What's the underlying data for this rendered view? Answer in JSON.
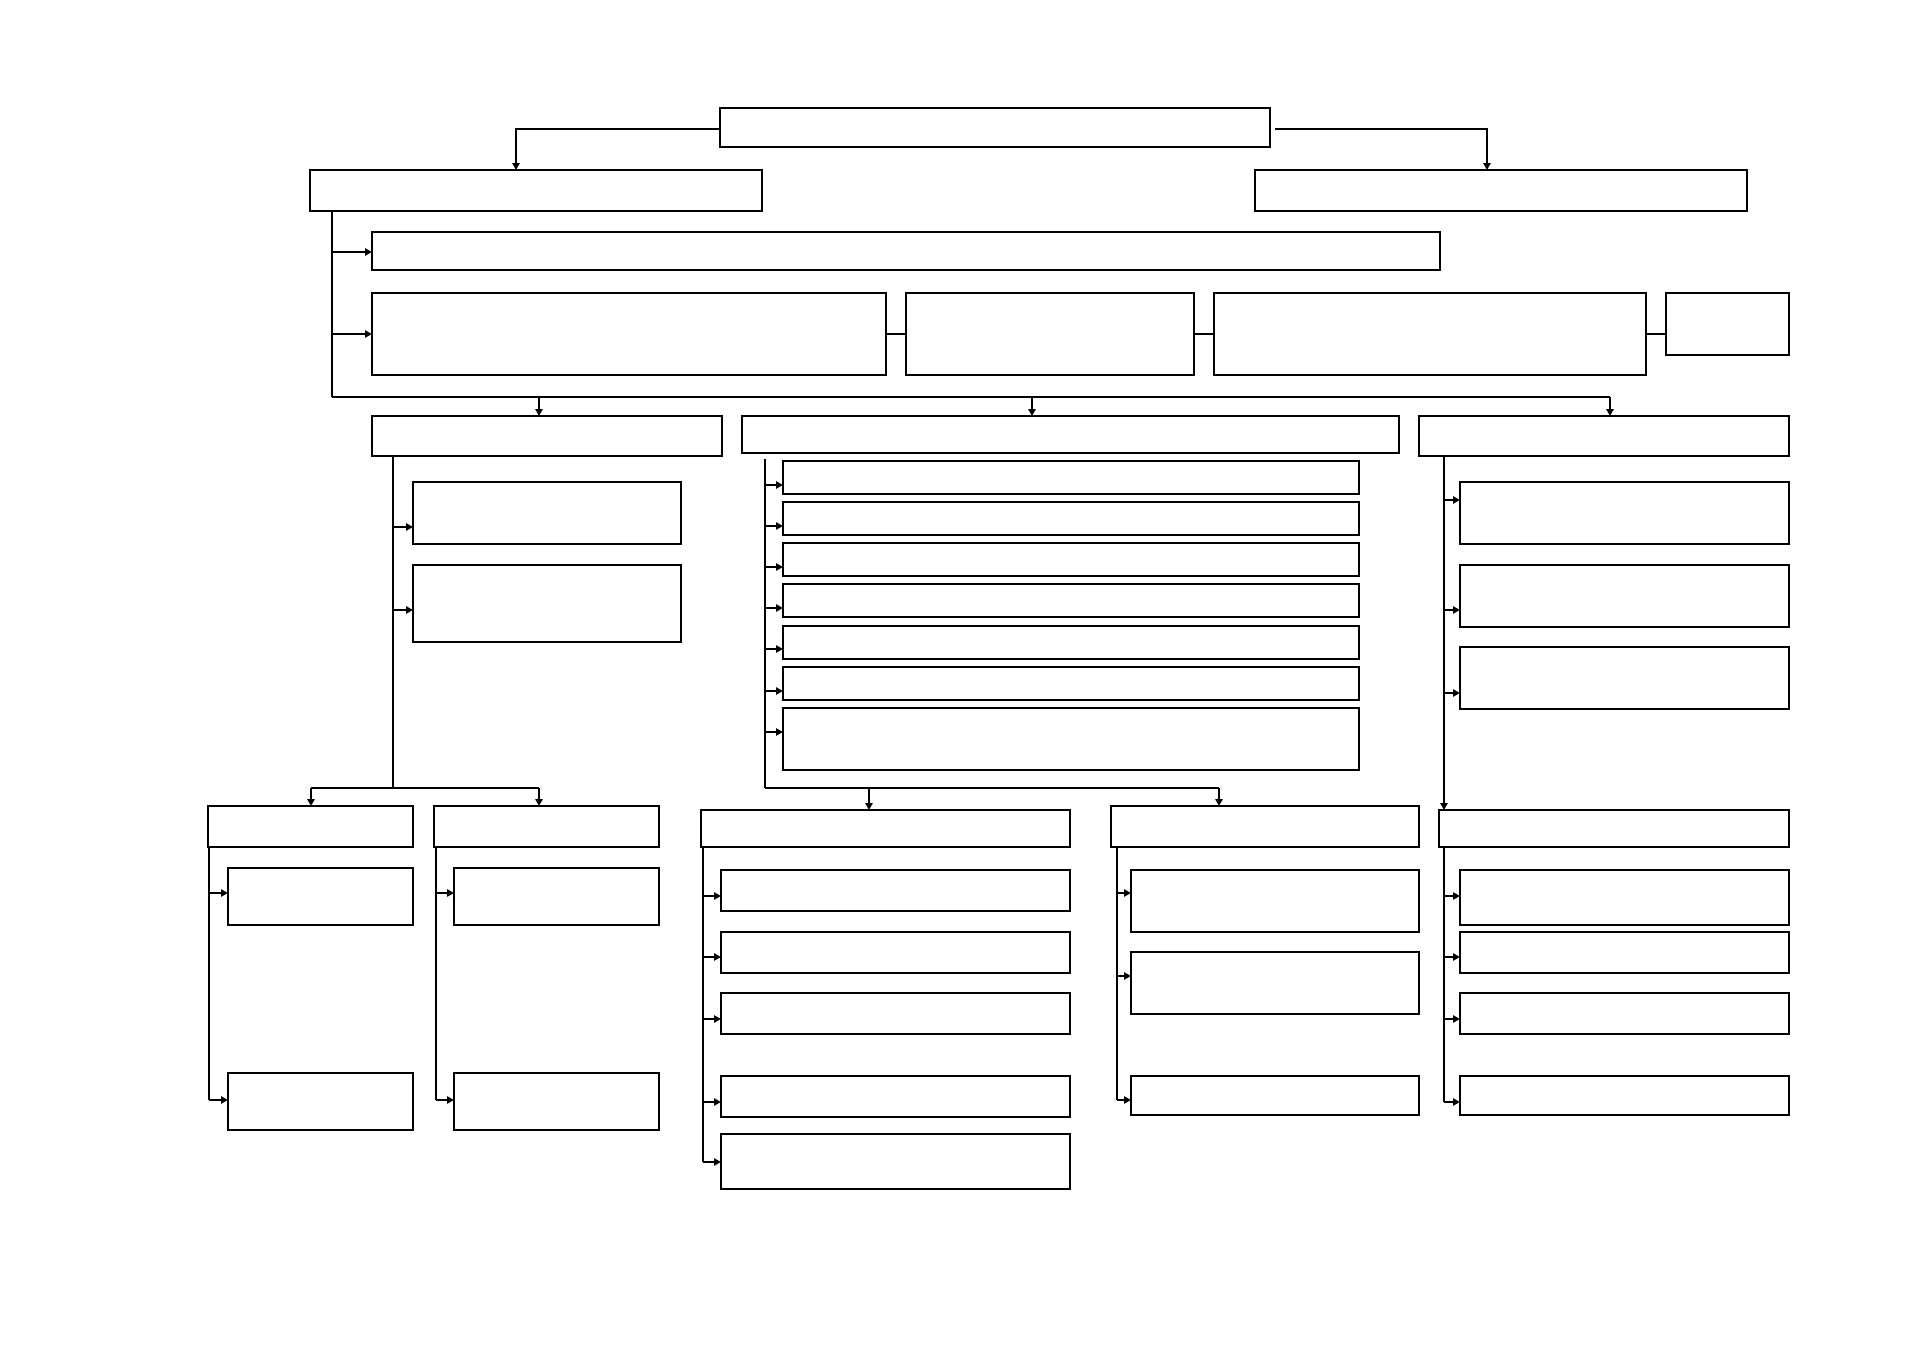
{
  "diagram": {
    "type": "org-chart-blank-template",
    "colors": {
      "background": "#ffffff",
      "stroke": "#000000"
    },
    "boxes": [
      {
        "id": "root",
        "text": ""
      },
      {
        "id": "branch-left",
        "text": ""
      },
      {
        "id": "branch-right",
        "text": ""
      },
      {
        "id": "wide-bar",
        "text": ""
      },
      {
        "id": "row-a",
        "text": ""
      },
      {
        "id": "row-b",
        "text": ""
      },
      {
        "id": "row-c",
        "text": ""
      },
      {
        "id": "row-d",
        "text": ""
      },
      {
        "id": "col-left",
        "text": ""
      },
      {
        "id": "col-middle",
        "text": ""
      },
      {
        "id": "col-right",
        "text": ""
      },
      {
        "id": "col-left-child-1",
        "text": ""
      },
      {
        "id": "col-left-child-2",
        "text": ""
      },
      {
        "id": "col-middle-child-1",
        "text": ""
      },
      {
        "id": "col-middle-child-2",
        "text": ""
      },
      {
        "id": "col-middle-child-3",
        "text": ""
      },
      {
        "id": "col-middle-child-4",
        "text": ""
      },
      {
        "id": "col-middle-child-5",
        "text": ""
      },
      {
        "id": "col-middle-child-6",
        "text": ""
      },
      {
        "id": "col-middle-child-7",
        "text": ""
      },
      {
        "id": "col-right-child-1",
        "text": ""
      },
      {
        "id": "col-right-child-2",
        "text": ""
      },
      {
        "id": "col-right-child-3",
        "text": ""
      },
      {
        "id": "bottom-1",
        "text": ""
      },
      {
        "id": "bottom-1-child-1",
        "text": ""
      },
      {
        "id": "bottom-1-child-2",
        "text": ""
      },
      {
        "id": "bottom-2",
        "text": ""
      },
      {
        "id": "bottom-2-child-1",
        "text": ""
      },
      {
        "id": "bottom-2-child-2",
        "text": ""
      },
      {
        "id": "bottom-3",
        "text": ""
      },
      {
        "id": "bottom-3-child-1",
        "text": ""
      },
      {
        "id": "bottom-3-child-2",
        "text": ""
      },
      {
        "id": "bottom-3-child-3",
        "text": ""
      },
      {
        "id": "bottom-3-child-4",
        "text": ""
      },
      {
        "id": "bottom-3-child-5",
        "text": ""
      },
      {
        "id": "bottom-4",
        "text": ""
      },
      {
        "id": "bottom-4-child-1",
        "text": ""
      },
      {
        "id": "bottom-4-child-2",
        "text": ""
      },
      {
        "id": "bottom-4-child-3",
        "text": ""
      },
      {
        "id": "bottom-5",
        "text": ""
      },
      {
        "id": "bottom-5-child-1",
        "text": ""
      },
      {
        "id": "bottom-5-child-2",
        "text": ""
      },
      {
        "id": "bottom-5-child-3",
        "text": ""
      },
      {
        "id": "bottom-5-child-4",
        "text": ""
      }
    ]
  }
}
